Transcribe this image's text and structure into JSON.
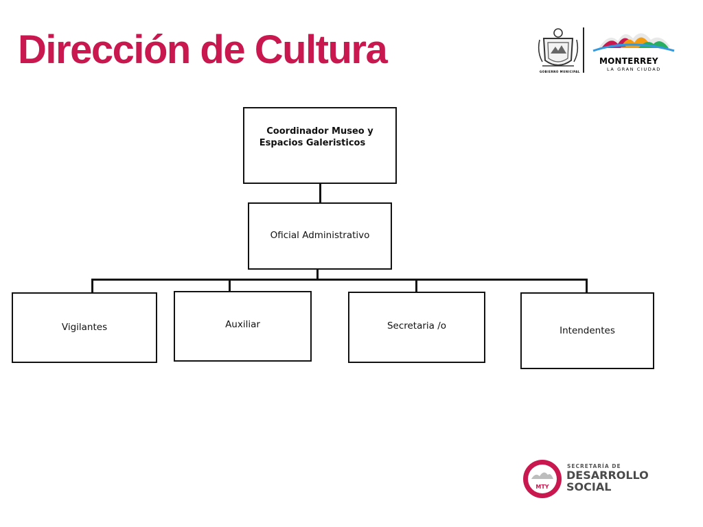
{
  "colors": {
    "title": "#c8184f",
    "line": "#111111",
    "brand_red": "#c8184f",
    "brand_gray": "#4a4a4a"
  },
  "title": "Dirección de Cultura",
  "org_chart": {
    "root": {
      "line1": "Coordinador  Museo y",
      "line2": "Espacios Galeristicos"
    },
    "level2": "Oficial Administrativo",
    "level3": [
      "Vigilantes",
      "Auxiliar",
      "Secretaria /o",
      "Intendentes"
    ]
  },
  "logos": {
    "municipal_caption": "GOBIERNO MUNICIPAL",
    "monterrey_name": "MONTERREY",
    "monterrey_tagline": "LA GRAN CIUDAD",
    "secretaria_small": "SECRETARÍA DE",
    "secretaria_line1": "DESARROLLO",
    "secretaria_line2": "SOCIAL",
    "badge_text": "MTY",
    "icons": [
      "coat-of-arms-icon",
      "monterrey-mountains-icon",
      "mty-badge-icon"
    ]
  }
}
